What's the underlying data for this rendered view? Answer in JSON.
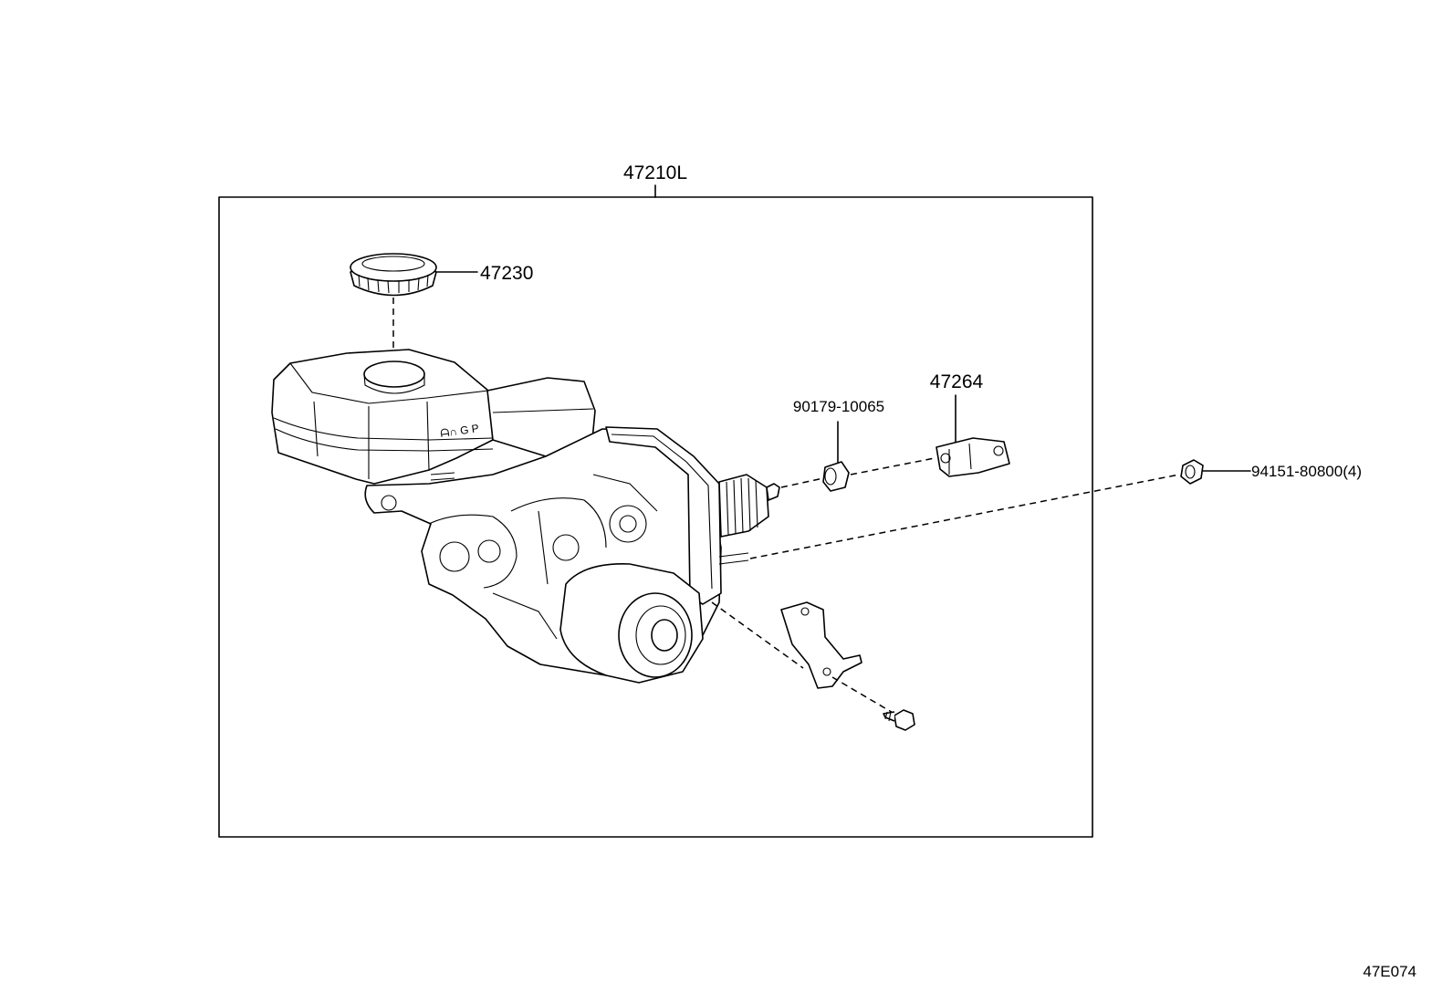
{
  "diagram": {
    "assembly_label": "47210L",
    "figure_code": "47E074",
    "callouts": [
      {
        "id": "reservoir-cap",
        "text": "47230"
      },
      {
        "id": "grommet",
        "text": "90179-10065"
      },
      {
        "id": "clevis",
        "text": "47264"
      },
      {
        "id": "nut",
        "text": "94151-80800(4)"
      }
    ]
  }
}
